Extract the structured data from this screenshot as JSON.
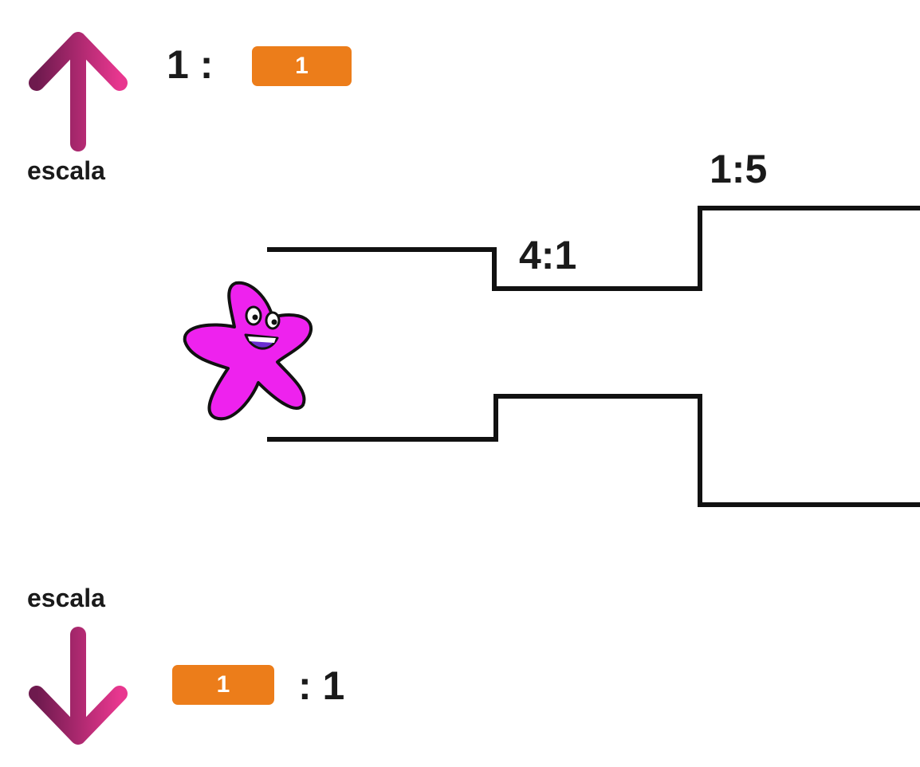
{
  "controls": {
    "scale_up": {
      "arrow_icon": "arrow-up-icon",
      "label": "escala",
      "prefix": "1 :",
      "input_value": "1"
    },
    "scale_down": {
      "arrow_icon": "arrow-down-icon",
      "label": "escala",
      "input_value": "1",
      "suffix": ": 1"
    }
  },
  "track": {
    "ratio_labels": [
      "4:1",
      "1:5"
    ],
    "line_color": "#111111"
  },
  "sprite": {
    "name": "star-character",
    "color": "#ee22ee"
  },
  "colors": {
    "arrow_gradient_start": "#6e1a4e",
    "arrow_gradient_end": "#e8378f",
    "pill": "#ec7d1a"
  }
}
